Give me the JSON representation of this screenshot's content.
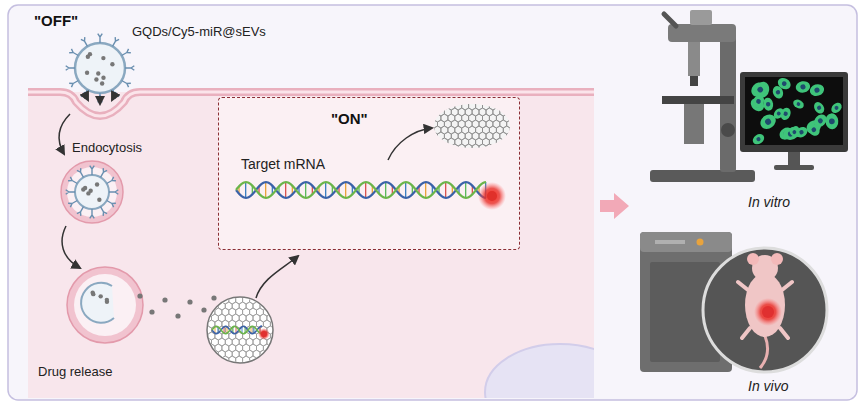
{
  "diagram": {
    "nodes": [
      {
        "text": [
          "Target mRNA",
          "\"ON\""
        ]
      }
    ],
    "labels": [
      "\"OFF\"",
      "GQDs/Cy5-miR@sEVs",
      "Endocytosis",
      "Drug release",
      "In vitro",
      "In vivo"
    ]
  }
}
